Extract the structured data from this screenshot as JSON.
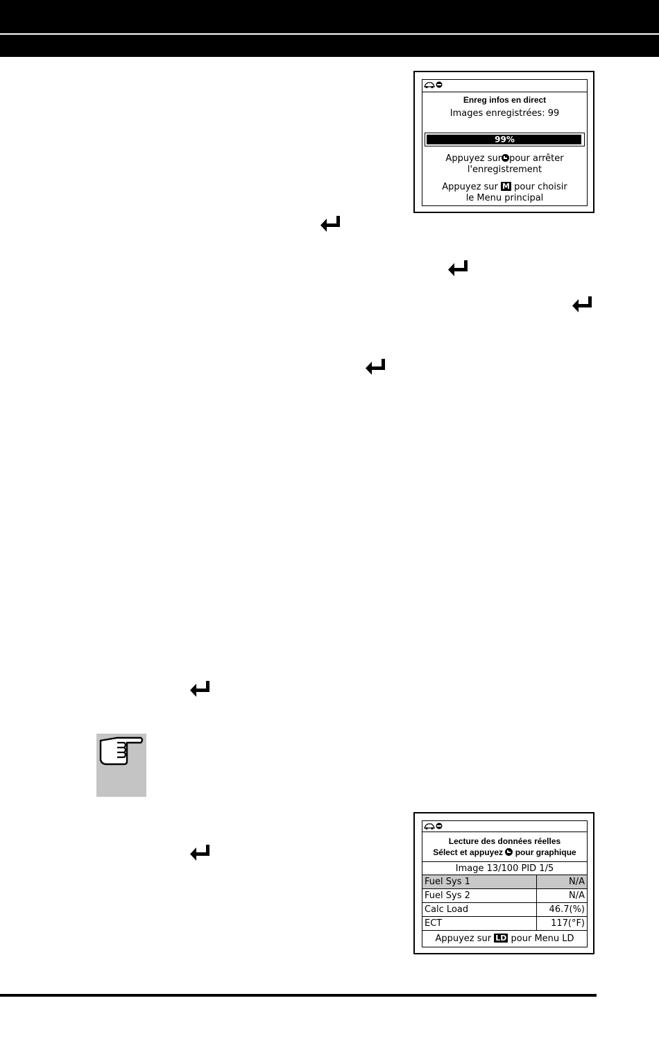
{
  "screen1": {
    "title": "Enreg infos en direct",
    "frames_label": "Images enregistrées: 99",
    "progress_label": "99%",
    "progress_fraction": 0.99,
    "stop_pre": "Appuyez sur",
    "stop_post": "pour arrêter",
    "stop_line2": "l'enregistrement",
    "menu_pre": "Appuyez sur",
    "menu_key": "M",
    "menu_post": "pour choisir",
    "menu_line2": "le Menu principal"
  },
  "screen2": {
    "title_line1": "Lecture des données réelles",
    "title_pre": "Sélect et appuyez",
    "title_post": "pour graphique",
    "status": "Image 13/100  PID 1/5",
    "rows": [
      {
        "name": "Fuel Sys 1",
        "value": "N/A"
      },
      {
        "name": "Fuel Sys 2",
        "value": "N/A"
      },
      {
        "name": "Calc Load",
        "value": "46.7(%)"
      },
      {
        "name": "ECT",
        "value": "117(°F)"
      }
    ],
    "footer_pre": "Appuyez sur",
    "footer_key": "LD",
    "footer_post": "pour Menu LD"
  },
  "icons": {
    "enter": "enter-key-icon",
    "note": "pointing-hand-icon",
    "header": "car-icon"
  }
}
